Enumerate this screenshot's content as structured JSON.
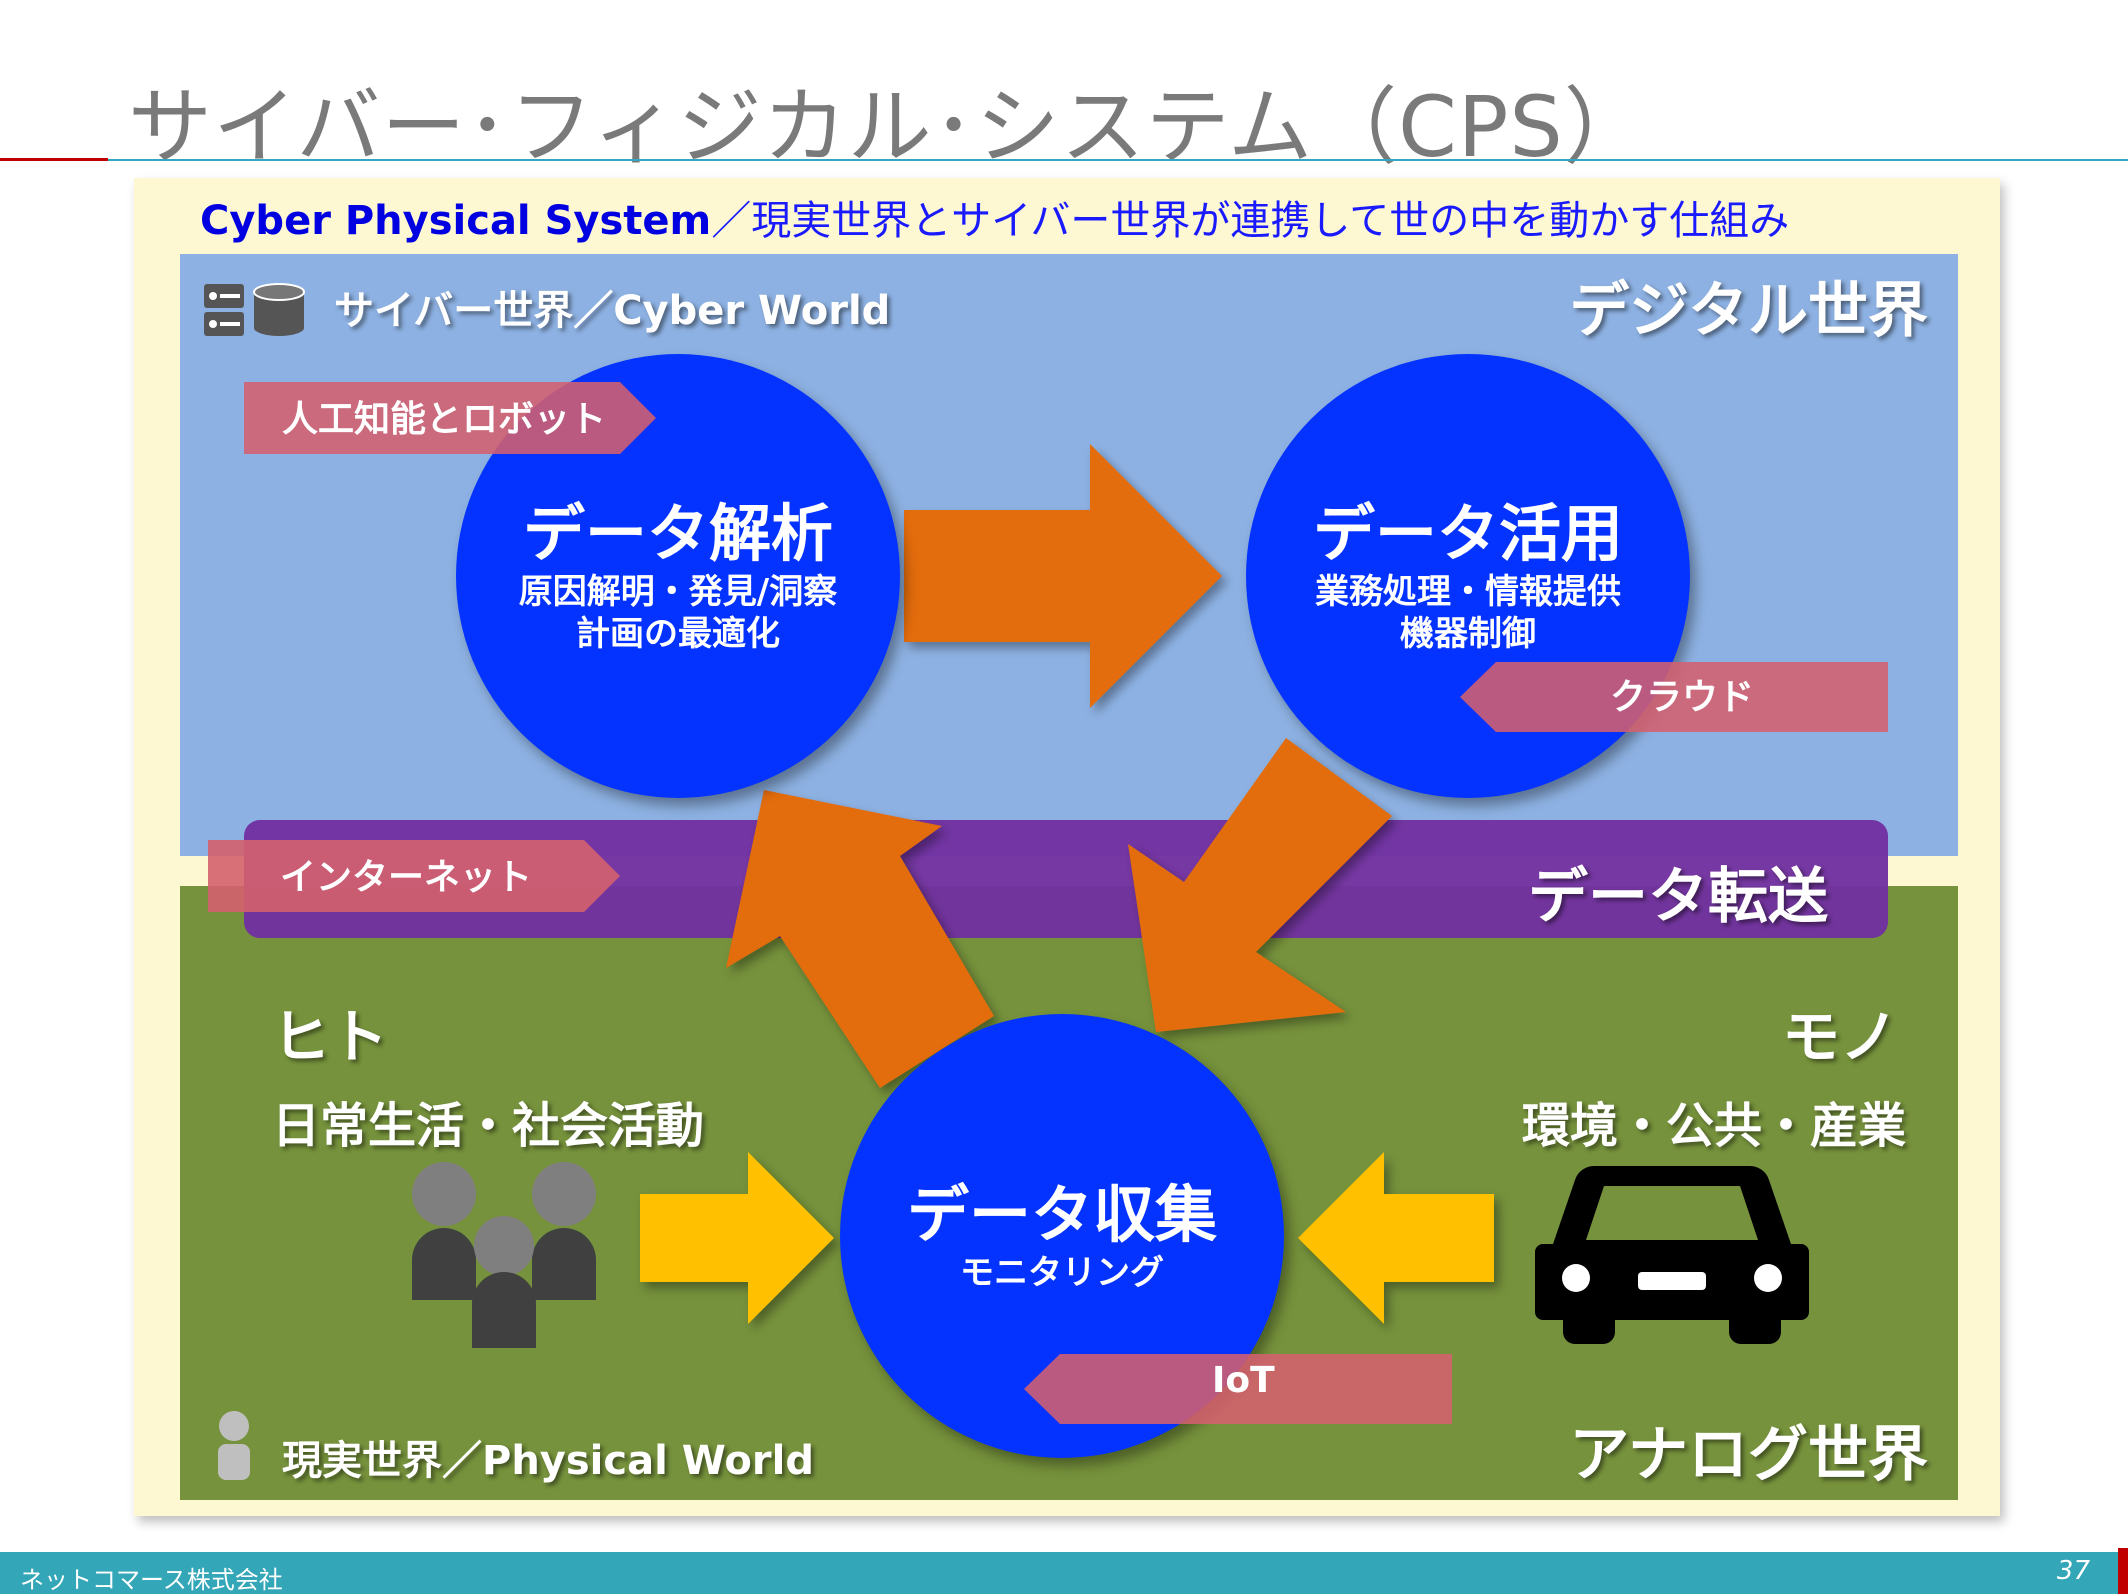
{
  "slide": {
    "title": "サイバー･フィジカル･システム（CPS）",
    "subtitle_bold": "Cyber Physical System",
    "subtitle_rest": "／現実世界とサイバー世界が連携して世の中を動かす仕組み"
  },
  "cyber_world": {
    "label": "サイバー世界／Cyber World",
    "corner_title": "デジタル世界",
    "icon": "server-database-icon",
    "color": "#8db1e2"
  },
  "physical_world": {
    "label": "現実世界／Physical World",
    "corner_title": "アナログ世界",
    "icon": "person-icon",
    "color": "#76923c"
  },
  "transfer": {
    "label": "データ転送",
    "color": "#7030a0"
  },
  "circles": {
    "analysis": {
      "title": "データ解析",
      "line1": "原因解明・発見/洞察",
      "line2": "計画の最適化"
    },
    "use": {
      "title": "データ活用",
      "line1": "業務処理・情報提供",
      "line2": "機器制御"
    },
    "collect": {
      "title": "データ収集",
      "line1": "モニタリング"
    },
    "color": "#0433ff"
  },
  "tags": {
    "ai": "人工知能とロボット",
    "cloud": "クラウド",
    "internet": "インターネット",
    "iot": "IoT",
    "color": "#d4606e"
  },
  "people": {
    "title": "ヒト",
    "subtitle": "日常生活・社会活動",
    "icon": "people-group-icon"
  },
  "things": {
    "title": "モノ",
    "subtitle": "環境・公共・産業",
    "icon": "car-icon"
  },
  "arrow_colors": {
    "cycle": "#e36c09",
    "input": "#ffc000"
  },
  "footer": {
    "company": "ネットコマース株式会社",
    "page": "37"
  }
}
